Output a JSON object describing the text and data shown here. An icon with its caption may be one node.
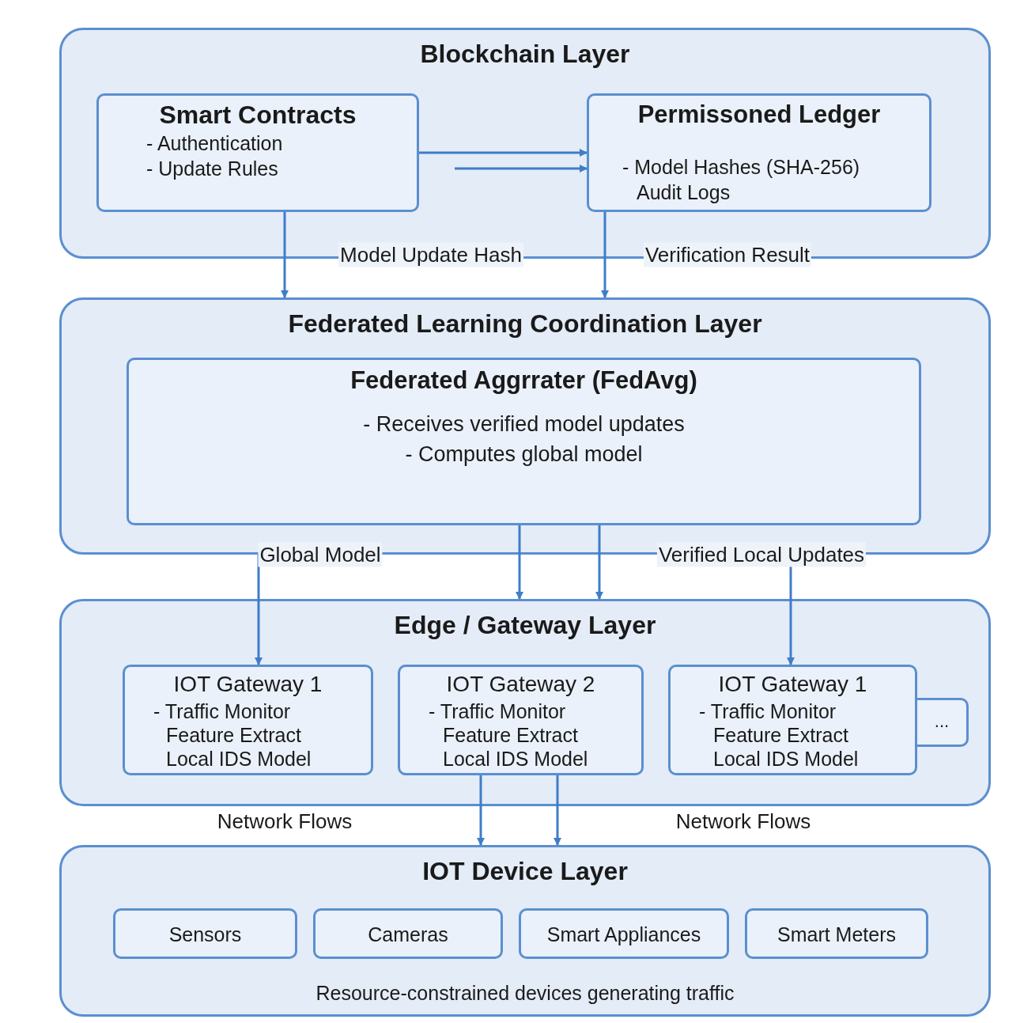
{
  "diagram": {
    "nodes": [
      {
        "text": [
          "Blockchain Layer"
        ]
      },
      {
        "text": [
          "Smart Contracts",
          "- Authentication",
          "- Update Rules"
        ],
        "in": 0
      },
      {
        "text": [
          "Permissoned Ledger",
          "- Model Hashes (SHA-256)",
          "Audit Logs"
        ],
        "in": 0
      },
      {
        "text": [
          "Federated Learning Coordination Layer"
        ]
      },
      {
        "text": [
          "Federated Aggrrater (FedAvg)",
          "- Receives verified model updates",
          "- Computes global model"
        ],
        "in": 3
      },
      {
        "text": [
          "Edge / Gateway Layer"
        ]
      },
      {
        "text": [
          "IOT Gateway 1",
          "- Traffic Monitor",
          "Feature Extract",
          "Local IDS Model"
        ],
        "in": 5
      },
      {
        "text": [
          "IOT Gateway 2",
          "- Traffic Monitor",
          "Feature Extract",
          "Local IDS Model"
        ],
        "in": 5
      },
      {
        "text": [
          "IOT Gateway 1",
          "- Traffic Monitor",
          "Feature Extract",
          "Local IDS Model"
        ],
        "in": 5
      },
      {
        "text": [
          "..."
        ],
        "in": 5
      },
      {
        "text": [
          "IOT Device Layer",
          "Resource-constrained devices generating traffic"
        ]
      },
      {
        "text": [
          "Sensors"
        ],
        "in": 10
      },
      {
        "text": [
          "Cameras"
        ],
        "in": 10
      },
      {
        "text": [
          "Smart Appliances"
        ],
        "in": 10
      },
      {
        "text": [
          "Smart Meters"
        ],
        "in": 10
      }
    ],
    "edges": [
      {
        "from": 1,
        "to": 2,
        "arrow": "to"
      },
      {
        "from": 1,
        "to": 2,
        "arrow": "to"
      },
      {
        "from": 1,
        "to": 3,
        "arrow": "to",
        "label": "Model Update Hash"
      },
      {
        "from": 2,
        "to": 3,
        "arrow": "to",
        "label": "Verification Result"
      },
      {
        "from": 4,
        "to": 5,
        "arrow": "to"
      },
      {
        "from": 4,
        "to": 5,
        "arrow": "to"
      },
      {
        "from": 3,
        "to": 6,
        "arrow": "to",
        "label": "Global Model"
      },
      {
        "from": 3,
        "to": 8,
        "arrow": "to",
        "label": "Verified Local Updates"
      },
      {
        "from": 7,
        "to": 10,
        "arrow": "to"
      },
      {
        "from": 7,
        "to": 10,
        "arrow": "to"
      }
    ],
    "labels": [
      "Network Flows",
      "Network Flows"
    ]
  }
}
